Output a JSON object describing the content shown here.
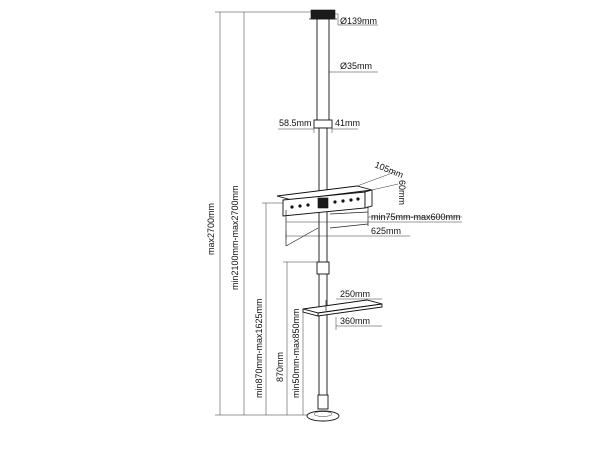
{
  "dimensions": {
    "top_cap": "Ø139mm",
    "pole": "Ø35mm",
    "bracket_left": "58.5mm",
    "bracket_right": "41mm",
    "shelf_depth": "105mm",
    "shelf_height": "60mm",
    "vesa_range": "min75mm-max600mm",
    "bracket_width": "625mm",
    "small_shelf_depth": "250mm",
    "small_shelf_width": "360mm",
    "total_height": "max2700mm",
    "ceiling_range": "min2100mm-max2700mm",
    "bracket_range": "min870mm-max1625mm",
    "bracket_fixed": "870mm",
    "shelf_range": "min50mm-max850mm"
  },
  "colors": {
    "line": "#222222",
    "part": "#111111",
    "background": "#ffffff"
  }
}
